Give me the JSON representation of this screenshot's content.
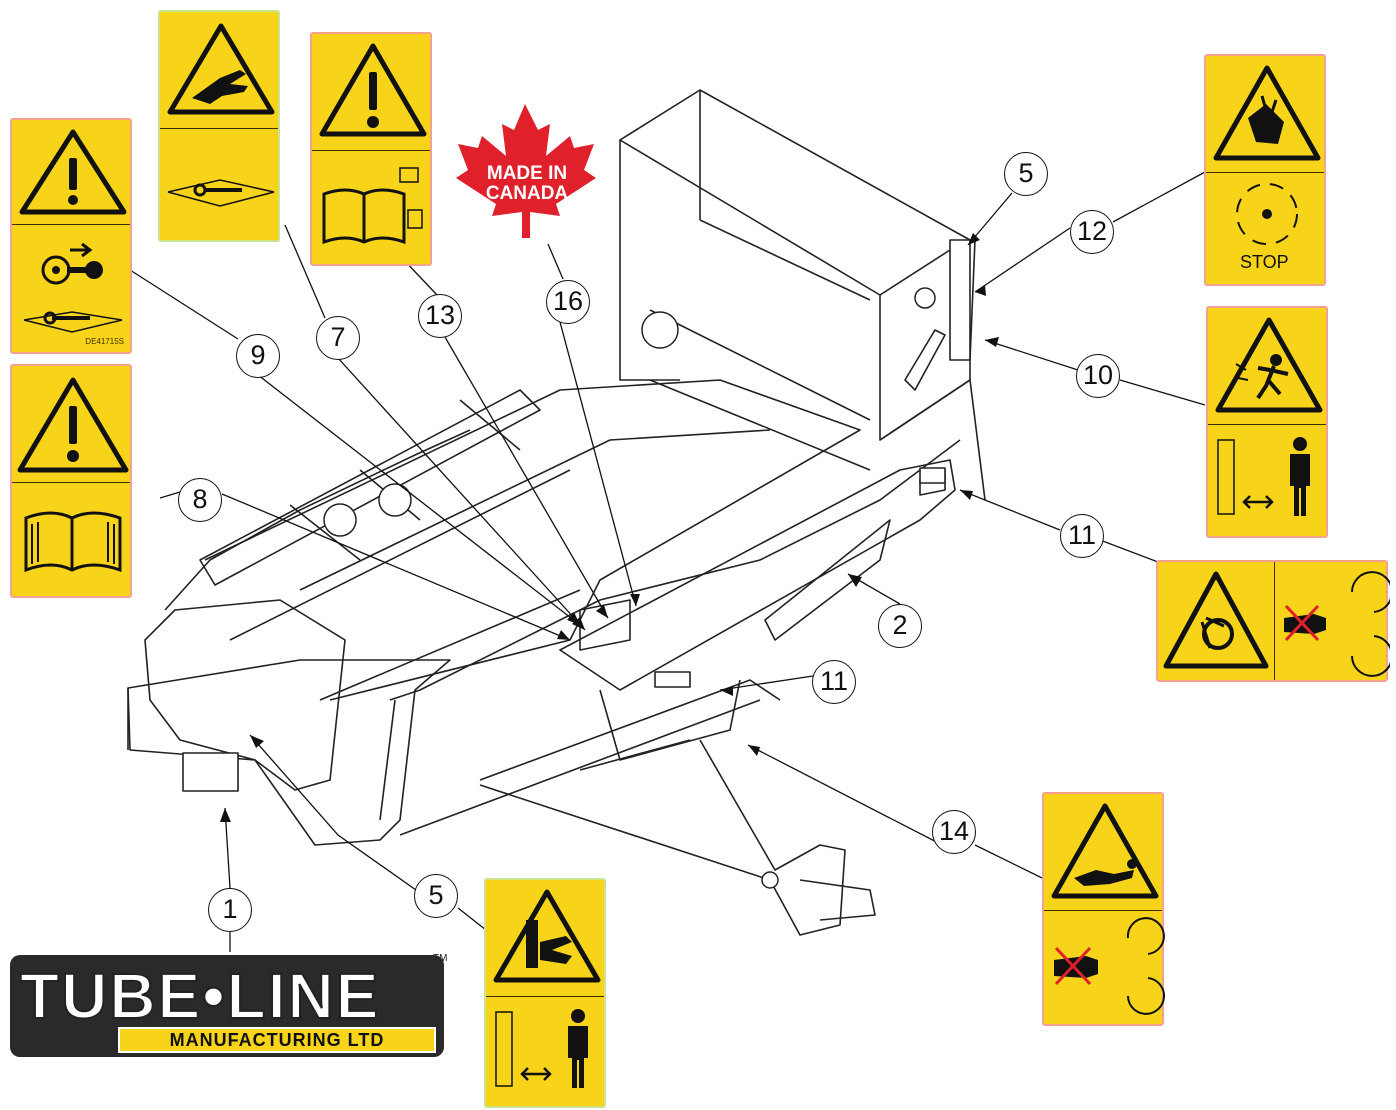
{
  "callouts": {
    "c1": "1",
    "c2": "2",
    "c5a": "5",
    "c5b": "5",
    "c7": "7",
    "c8": "8",
    "c9": "9",
    "c10": "10",
    "c11a": "11",
    "c11b": "11",
    "c12": "12",
    "c13": "13",
    "c14": "14",
    "c16": "16"
  },
  "decals": {
    "d9_code": "DE41715S",
    "stop_label": "STOP"
  },
  "made_in_canada": {
    "line1": "MADE IN",
    "line2": "CANADA"
  },
  "logo": {
    "main": "TUBE•LINE",
    "sub": "MANUFACTURING LTD",
    "tm": "TM"
  },
  "colors": {
    "decal_yellow": "#f7d419",
    "decal_border": "#f2a28e",
    "leaf_red": "#e0202b"
  }
}
